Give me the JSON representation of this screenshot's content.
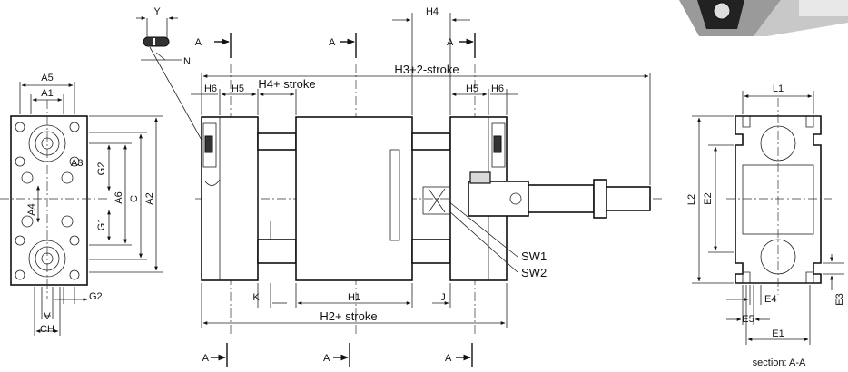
{
  "labels": {
    "y": "Y",
    "n": "N",
    "a_marker": "A",
    "h4_top": "H4",
    "h3_stroke": "H3+2-stroke",
    "h6_left": "H6",
    "h5_left": "H5",
    "h4_stroke": "H4+ stroke",
    "h5_right": "H5",
    "h6_right": "H6",
    "a5": "A5",
    "a1": "A1",
    "a3": "A3",
    "a4": "A4",
    "a6": "A6",
    "c": "C",
    "a2": "A2",
    "g2_vert": "G2",
    "g1": "G1",
    "g2_bottom": "G2",
    "v": "V",
    "ch": "CH",
    "sw1": "SW1",
    "sw2": "SW2",
    "k": "K",
    "h1": "H1",
    "j": "J",
    "h2_stroke": "H2+ stroke",
    "l1": "L1",
    "l2": "L2",
    "e2": "E2",
    "e4": "E4",
    "e3": "E3",
    "e5": "E5",
    "e1": "E1",
    "section": "section: A-A"
  }
}
